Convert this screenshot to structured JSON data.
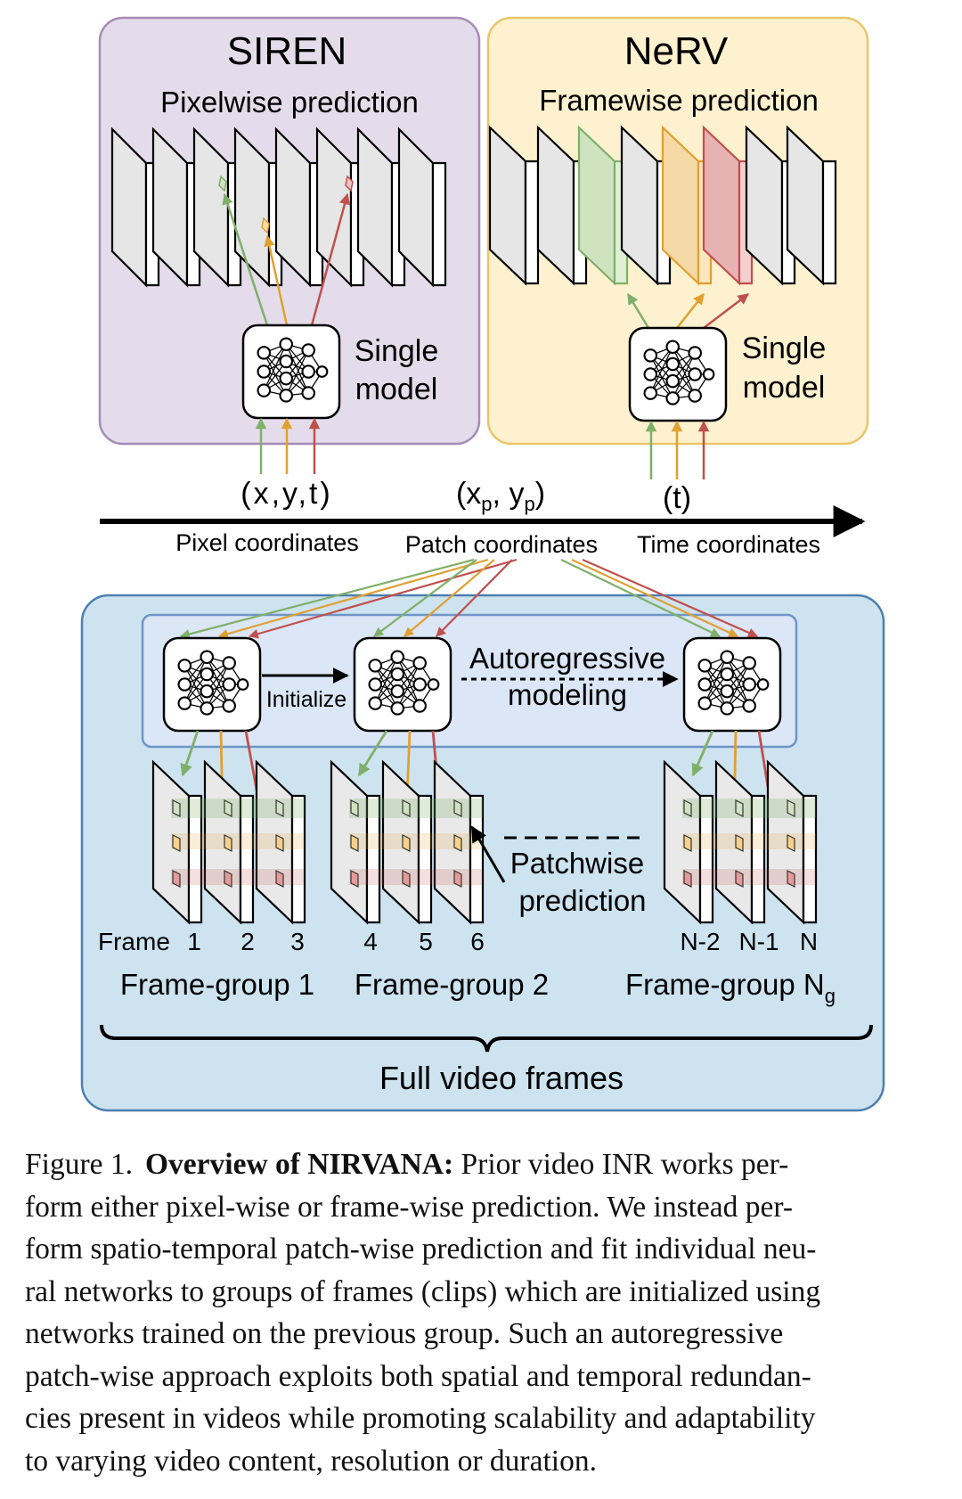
{
  "figure": {
    "siren": {
      "title": "SIREN",
      "subtitle": "Pixelwise prediction",
      "model_line1": "Single",
      "model_line2": "model"
    },
    "nerv": {
      "title": "NeRV",
      "subtitle": "Framewise prediction",
      "model_line1": "Single",
      "model_line2": "model"
    },
    "inputs": {
      "pixel_label": "(x,y,t)",
      "patch_x": "(x",
      "patch_p1": "p",
      "patch_mid": ", y",
      "patch_p2": "p",
      "patch_close": ")",
      "time_label": "(t)"
    },
    "axis": {
      "pixel": "Pixel coordinates",
      "patch": "Patch coordinates",
      "time": "Time coordinates"
    },
    "bottom": {
      "initialize": "Initialize",
      "autoregressive_line1": "Autoregressive",
      "autoregressive_line2": "modeling",
      "patchwise_line1": "Patchwise",
      "patchwise_line2": "prediction",
      "frame_prefix": "Frame",
      "frame_numbers": [
        "1",
        "2",
        "3",
        "4",
        "5",
        "6",
        "N-2",
        "N-1",
        "N"
      ],
      "group1": "Frame-group 1",
      "group2": "Frame-group 2",
      "groupN": "Frame-group N",
      "groupN_sub": "g",
      "full_video": "Full video frames"
    },
    "colors": {
      "green": "#7fb069",
      "orange": "#e0a030",
      "red": "#c0504d",
      "siren_bg": "#e4dcea",
      "nerv_bg": "#fdf1cf",
      "blue_bg": "#cde3f0",
      "inner_bg": "#dbe6f6"
    }
  },
  "caption": {
    "label": "Figure 1.",
    "bold": "Overview of NIRVANA:",
    "lines": [
      "Prior video INR works per-",
      "form either pixel-wise or frame-wise prediction. We instead per-",
      "form spatio-temporal patch-wise prediction and fit individual neu-",
      "ral networks to groups of frames (clips) which are initialized using",
      "networks trained on the previous group. Such an autoregressive",
      "patch-wise approach exploits both spatial and temporal redundan-",
      "cies present in videos while promoting scalability and adaptability",
      "to varying video content, resolution or duration."
    ]
  }
}
